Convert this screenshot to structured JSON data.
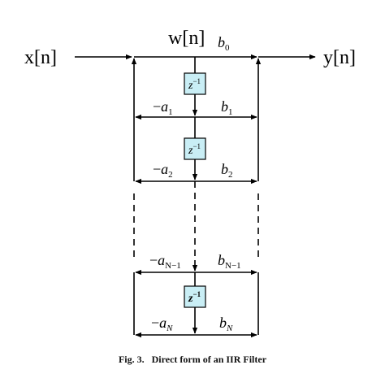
{
  "input_label": "x[n]",
  "state_label": "w[n]",
  "output_label": "y[n]",
  "delay_labels": [
    "z",
    "z",
    "z"
  ],
  "delay_exponent": "−1",
  "coefficients": {
    "b0": {
      "base": "b",
      "sub": "0"
    },
    "stages": [
      {
        "a_sign": "−",
        "a_base": "a",
        "a_sub": "1",
        "b_base": "b",
        "b_sub": "1"
      },
      {
        "a_sign": "−",
        "a_base": "a",
        "a_sub": "2",
        "b_base": "b",
        "b_sub": "2"
      },
      {
        "a_sign": "−",
        "a_base": "a",
        "a_sub": "N−1",
        "b_base": "b",
        "b_sub": "N−1"
      },
      {
        "a_sign": "−",
        "a_base": "a",
        "a_sub": "N",
        "b_base": "b",
        "b_sub": "N"
      }
    ]
  },
  "caption": "Fig. 3.   Direct form of an IIR Filter",
  "colors": {
    "delay_fill": "#c9eef5",
    "line": "#000000"
  }
}
